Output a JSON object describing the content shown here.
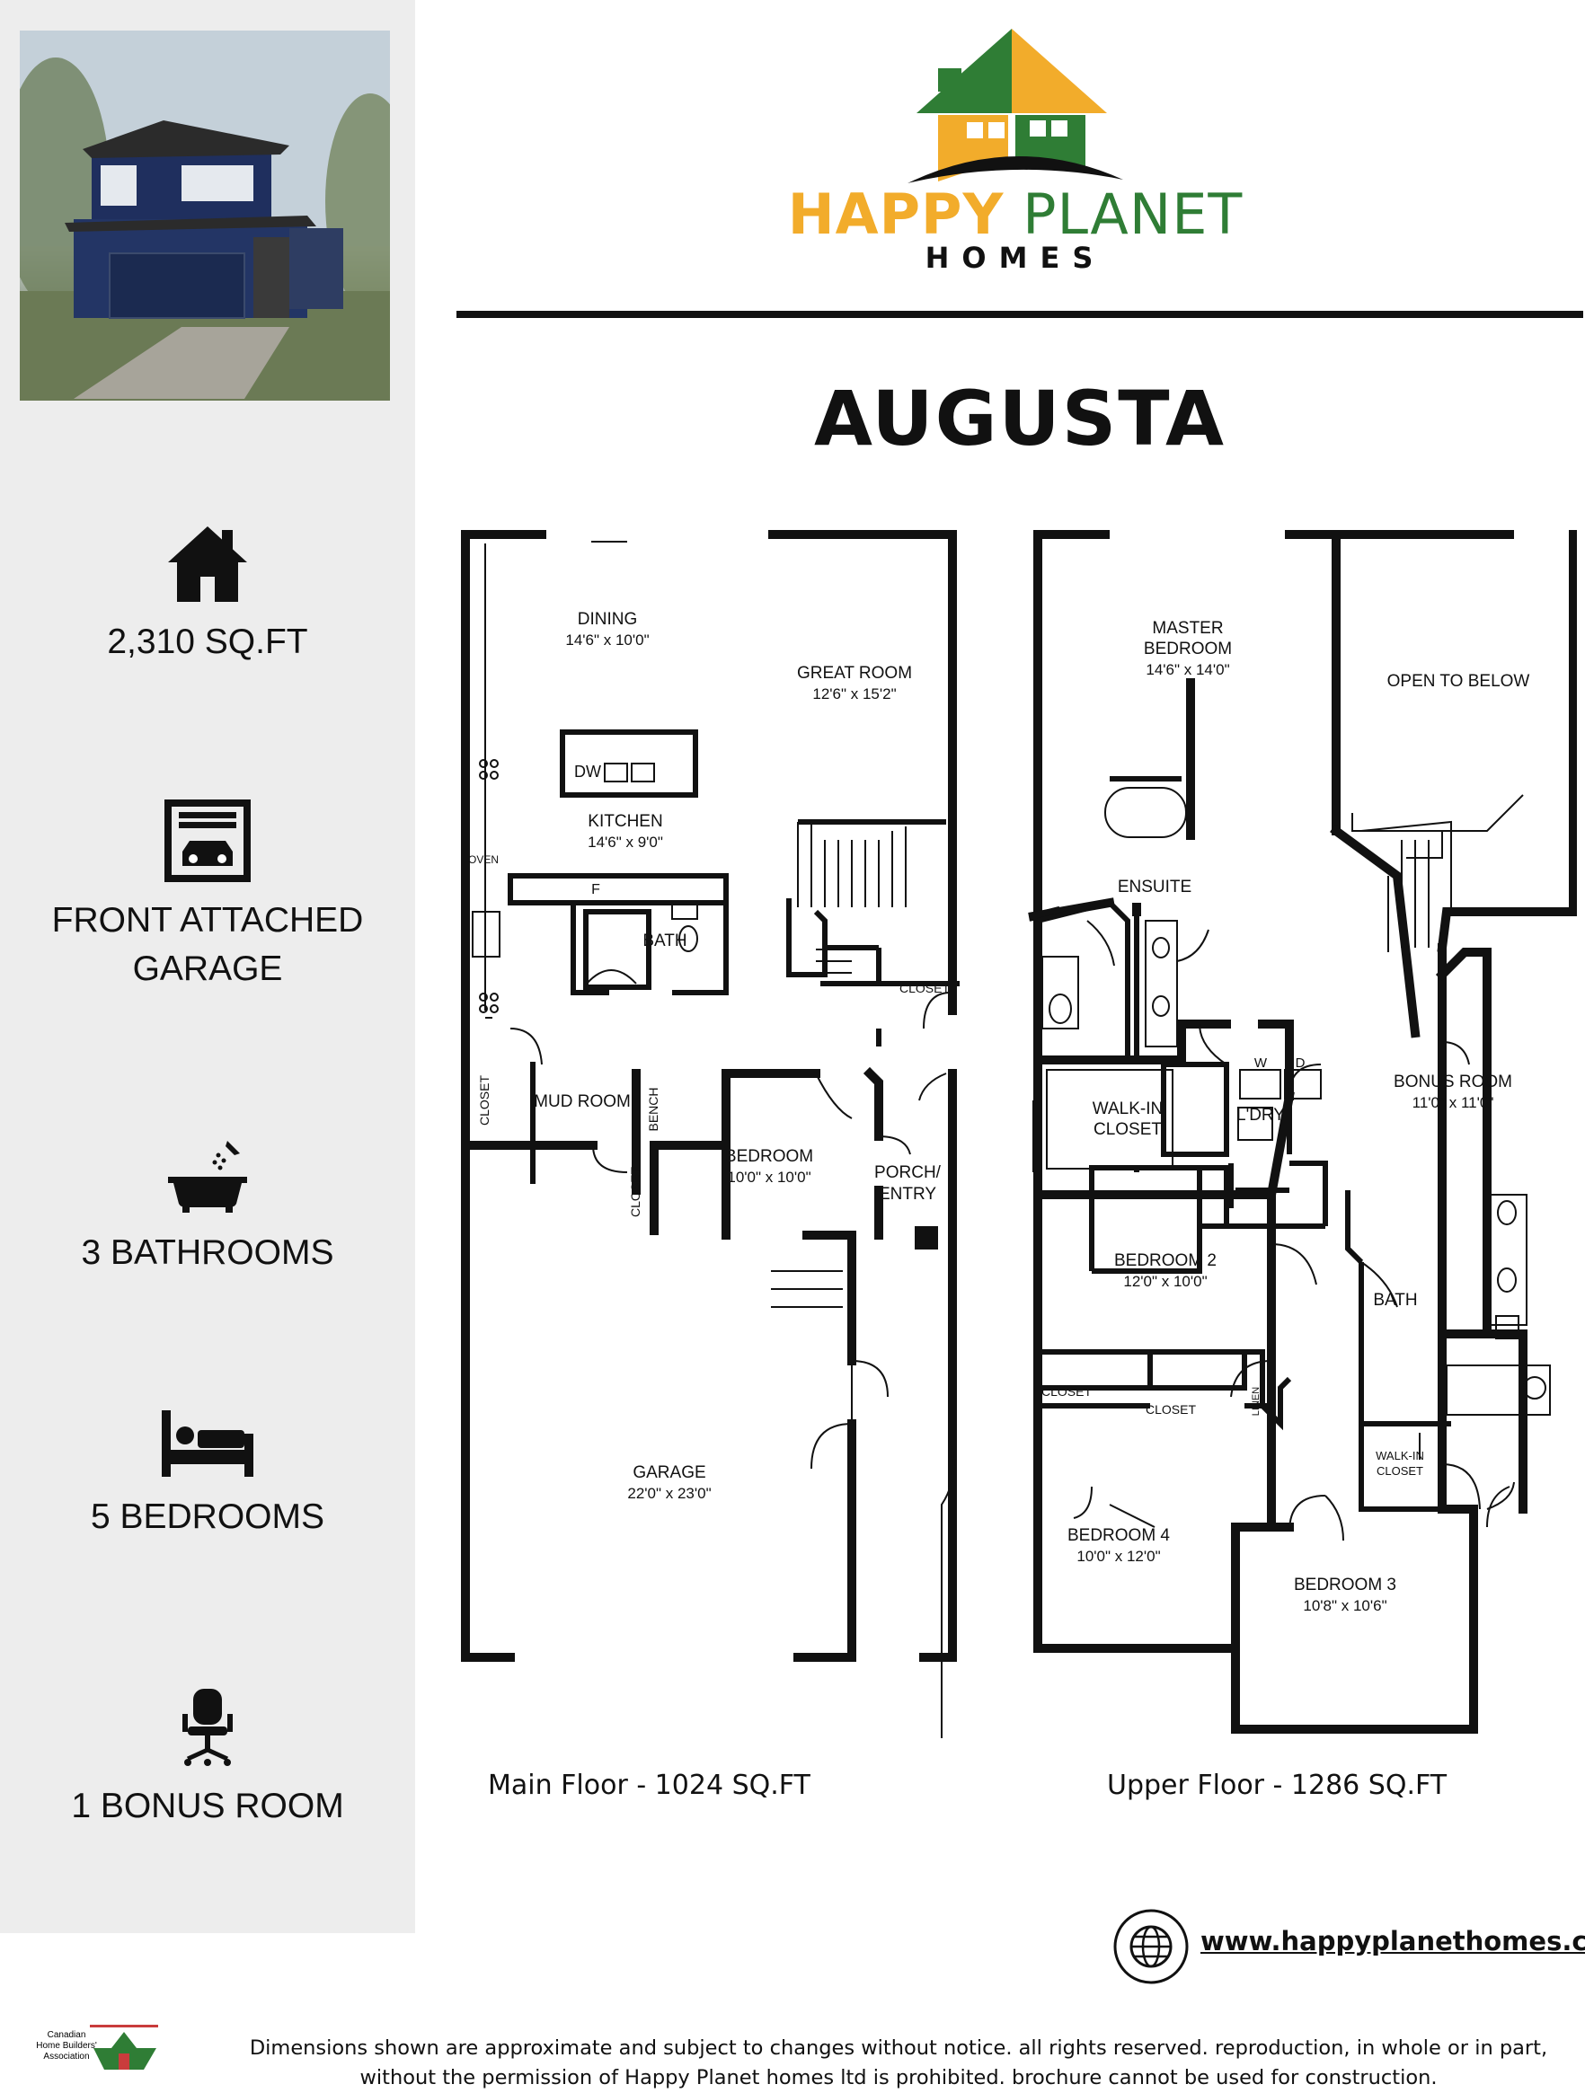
{
  "brand": {
    "word1": "HAPPY",
    "word2": "PLANET",
    "word3": "HOMES",
    "colors": {
      "green": "#2f7d35",
      "yellow": "#f2ac2b"
    }
  },
  "model": {
    "name": "AUGUSTA"
  },
  "features": [
    {
      "icon": "house-icon",
      "label": "2,310 SQ.FT"
    },
    {
      "icon": "garage-icon",
      "label": "FRONT ATTACHED",
      "label2": "GARAGE"
    },
    {
      "icon": "bathtub-icon",
      "label": "3 BATHROOMS"
    },
    {
      "icon": "bed-icon",
      "label": "5 BEDROOMS"
    },
    {
      "icon": "office-chair-icon",
      "label": "1 BONUS ROOM"
    }
  ],
  "main_floor": {
    "caption": "Main Floor - 1024 SQ.FT",
    "rooms": {
      "dining": {
        "name": "DINING",
        "size": "14'6\" x 10'0\""
      },
      "great_room": {
        "name": "GREAT ROOM",
        "size": "12'6\" x 15'2\""
      },
      "kitchen": {
        "name": "KITCHEN",
        "size": "14'6\" x 9'0\""
      },
      "bath": {
        "name": "BATH"
      },
      "closet": {
        "name": "CLOSET"
      },
      "mud_room": {
        "name": "MUD ROOM"
      },
      "bench": {
        "name": "BENCH"
      },
      "mud_closet": {
        "name": "CLOSET"
      },
      "bedroom": {
        "name": "BEDROOM",
        "size": "10'0\" x 10'0\""
      },
      "bed_closet": {
        "name": "CLOSET"
      },
      "porch1": "PORCH/",
      "porch2": "ENTRY",
      "garage": {
        "name": "GARAGE",
        "size": "22'0\" x 23'0\""
      },
      "dw": "DW",
      "oven": "OVEN",
      "fridge": "F"
    }
  },
  "upper_floor": {
    "caption": "Upper Floor - 1286 SQ.FT",
    "rooms": {
      "master1": "MASTER",
      "master2": "BEDROOM",
      "master_size": "14'6\" x 14'0\"",
      "open_to_below": "OPEN TO BELOW",
      "ensuite": "ENSUITE",
      "walkin1": "WALK-IN",
      "walkin2": "CLOSET",
      "laundry": "L'DRY",
      "washer": "W",
      "dryer": "D",
      "bonus": {
        "name": "BONUS ROOM",
        "size": "11'0\" x 11'0\""
      },
      "bedroom2": {
        "name": "BEDROOM 2",
        "size": "12'0\" x 10'0\""
      },
      "bath": "BATH",
      "closet_a": "CLOSET",
      "closet_b": "CLOSET",
      "linen": "LINEN",
      "walkin_b1": "WALK-IN",
      "walkin_b2": "CLOSET",
      "bedroom4": {
        "name": "BEDROOM 4",
        "size": "10'0\" x 12'0\""
      },
      "bedroom3": {
        "name": "BEDROOM 3",
        "size": "10'8\" x 10'6\""
      }
    }
  },
  "website": "www.happyplanethomes.com",
  "association": {
    "line1": "Canadian",
    "line2": "Home Builders'",
    "line3": "Association"
  },
  "disclaimer": {
    "line1": "Dimensions shown are approximate and subject to changes without notice. all rights reserved. reproduction, in whole or in part,",
    "line2": "without the permission of Happy Planet homes ltd is prohibited. brochure cannot be used for construction."
  }
}
